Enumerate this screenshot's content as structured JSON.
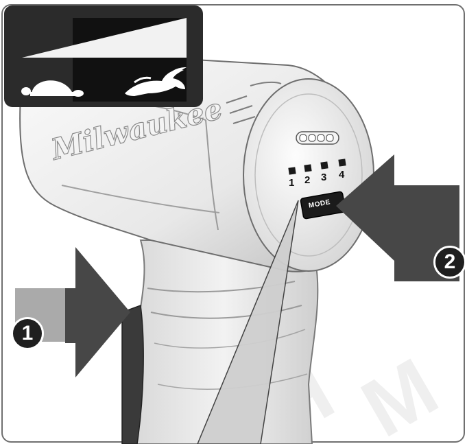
{
  "speed_panel": {
    "slow_icon": "turtle-icon",
    "fast_icon": "rabbit-icon"
  },
  "tool": {
    "brand_text": "Milwaukee",
    "mode_button_label": "MODE",
    "indicators": [
      {
        "label": "1"
      },
      {
        "label": "2"
      },
      {
        "label": "3"
      },
      {
        "label": "4"
      }
    ]
  },
  "callouts": {
    "trigger_number": "1",
    "mode_number": "2"
  },
  "colors": {
    "panel": "#2b2b2b",
    "arrow": "#4a4a4a",
    "callout": "#1f1f1f"
  }
}
